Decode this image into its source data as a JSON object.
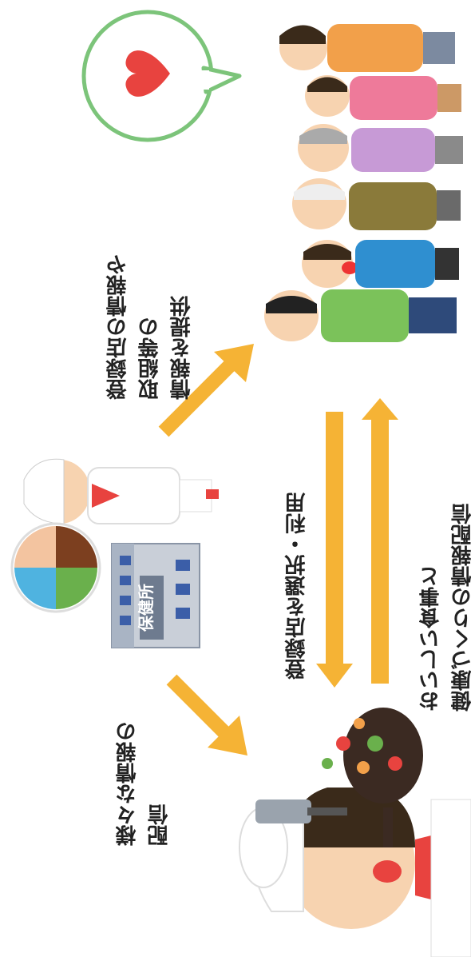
{
  "labels": {
    "top": [
      "登録店の情報や",
      "取組等の",
      "情報を提供"
    ],
    "left": [
      "様々な情報の",
      "配信"
    ],
    "middle": [
      "登録店を選択・利用"
    ],
    "right": [
      "おいしい食事と",
      "健康づくりの情報配信"
    ]
  },
  "building_sign": "保健所",
  "colors": {
    "arrow": "#f5b335",
    "bubble_border": "#7cc47a",
    "heart": "#e8433f"
  },
  "icons": {
    "bubble": "heart-speech-bubble-icon",
    "nutritionist": "nutritionist-icon",
    "health_center": "health-center-building-icon",
    "plate": "food-plate-icon",
    "chef": "chef-icon",
    "family": "family-group-icon"
  }
}
